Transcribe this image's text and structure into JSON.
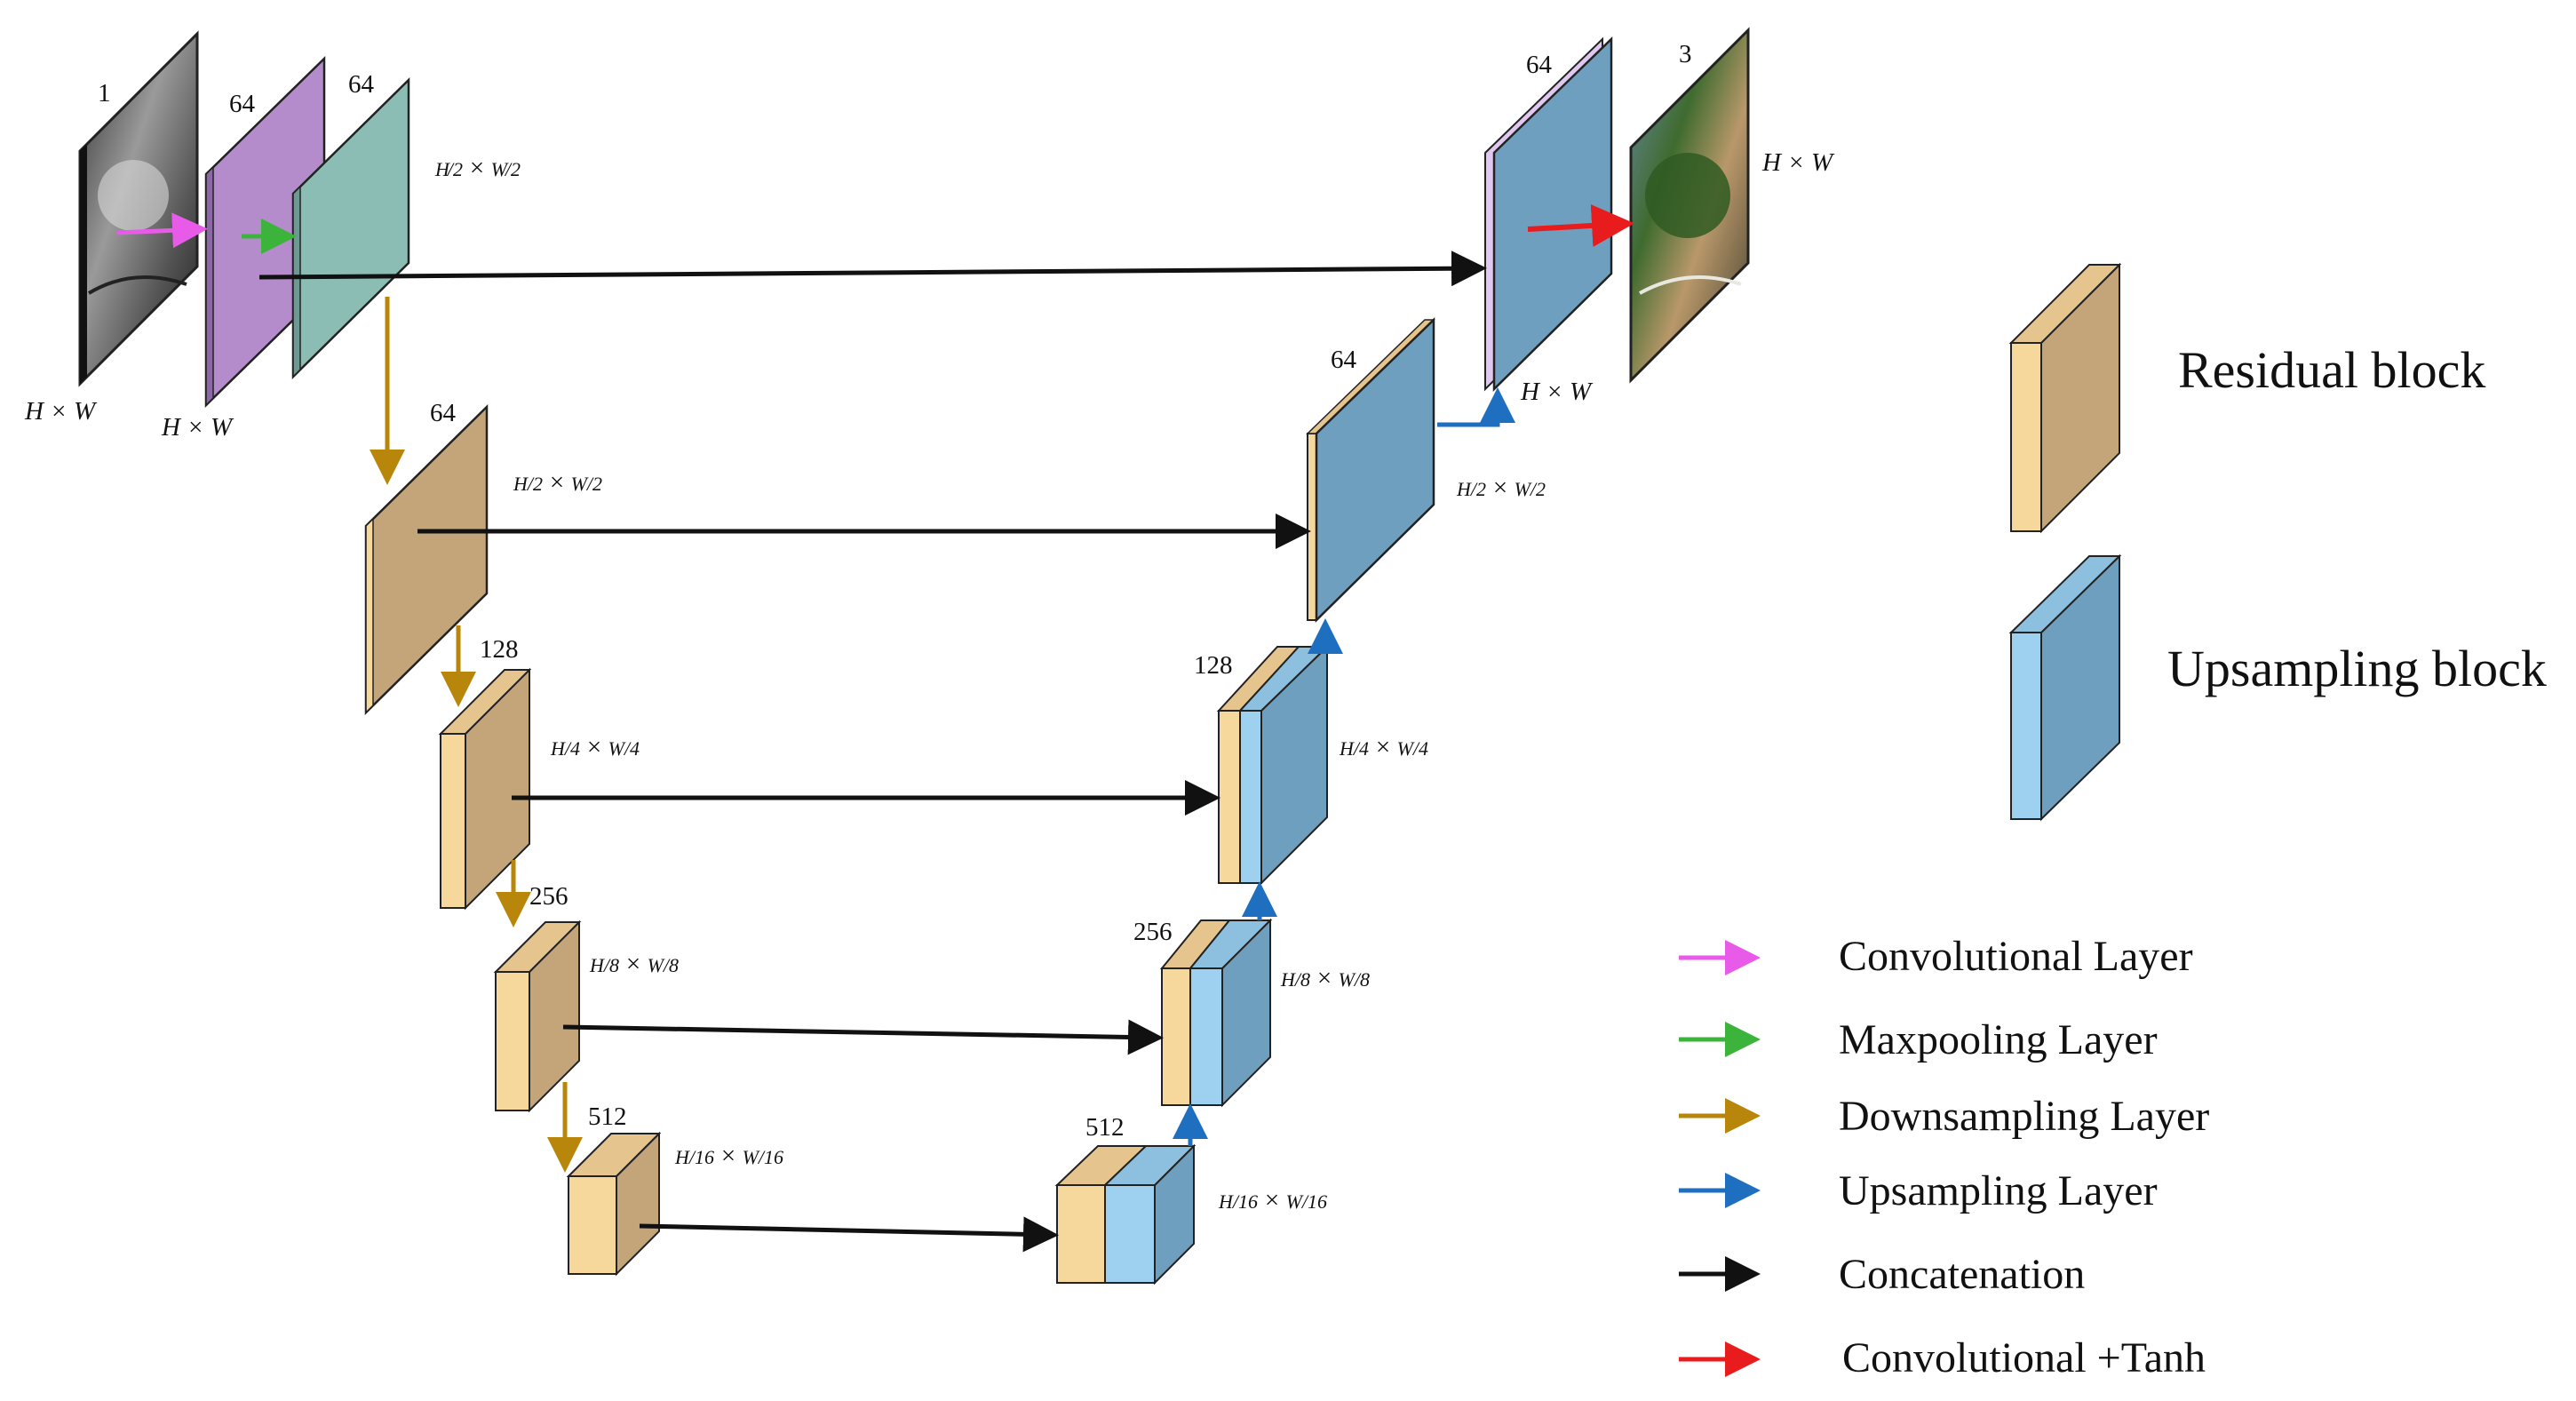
{
  "colors": {
    "residual_front": "#f6d79c",
    "residual_side": "#c4a57a",
    "upsample_front": "#9dd1ef",
    "upsample_side": "#6f9fbe",
    "purple": "#b48ccc",
    "teal": "#8bbdb5",
    "conv": "#e85ae8",
    "maxpool": "#3cb43c",
    "down": "#b8860b",
    "up": "#1e6fbf",
    "concat": "#111111",
    "tanh": "#e81c1c"
  },
  "labels": {
    "input_ch": "1",
    "conv_ch": "64",
    "pool_ch": "64",
    "pool_dim": "H/2 × W/2",
    "input_dim": "H × W",
    "conv_dim": "H × W",
    "res1_ch": "64",
    "res1_dim": "H/2 × W/2",
    "res2_ch": "128",
    "res2_dim": "H/4 × W/4",
    "res3_ch": "256",
    "res3_dim": "H/8 × W/8",
    "res4_ch": "512",
    "res4_dim": "H/16 × W/16",
    "up4_ch": "512",
    "up4_dim": "H/16 × W/16",
    "up3_ch": "256",
    "up3_dim": "H/8 × W/8",
    "up2_ch": "128",
    "up2_dim": "H/4 × W/4",
    "up1_ch": "64",
    "up1_dim": "H/2 × W/2",
    "final_ch": "64",
    "final_dim": "H × W",
    "output_ch": "3",
    "output_dim": "H × W"
  },
  "block_legend": {
    "residual": "Residual block",
    "upsampling": "Upsampling block"
  },
  "legend": [
    {
      "label": "Convolutional Layer",
      "color_key": "conv"
    },
    {
      "label": "Maxpooling Layer",
      "color_key": "maxpool"
    },
    {
      "label": "Downsampling Layer",
      "color_key": "down"
    },
    {
      "label": "Upsampling Layer",
      "color_key": "up"
    },
    {
      "label": "Concatenation",
      "color_key": "concat"
    },
    {
      "label": "Convolutional +Tanh",
      "color_key": "tanh"
    }
  ]
}
